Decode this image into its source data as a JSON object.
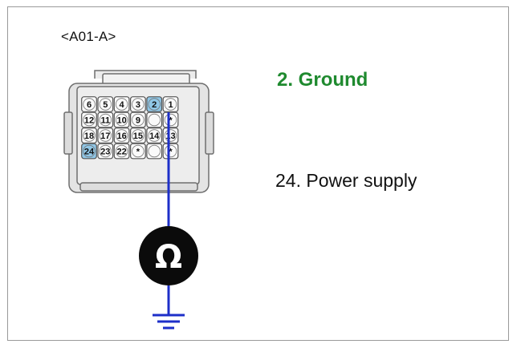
{
  "connector": {
    "label": "<A01-A>",
    "rows": [
      [
        "6",
        "5",
        "4",
        "3",
        "2",
        "1"
      ],
      [
        "12",
        "11",
        "10",
        "9",
        "",
        "*"
      ],
      [
        "18",
        "17",
        "16",
        "15",
        "14",
        "13"
      ],
      [
        "24",
        "23",
        "22",
        "*",
        "",
        "*"
      ]
    ],
    "highlighted_pins": [
      "2",
      "24"
    ]
  },
  "pins": [
    {
      "text": "2. Ground",
      "color": "#1f8a2f"
    },
    {
      "text": "24. Power supply",
      "color": "#111111"
    }
  ],
  "meter": {
    "symbol": "Ω",
    "icon": "ohmmeter-icon"
  },
  "ground": {
    "icon": "ground-icon"
  },
  "colors": {
    "probe_wire": "#1d2fc9",
    "highlight_pin": "#8fc6e6",
    "connector_fill": "#e9e9e9",
    "connector_stroke": "#6e6e6e"
  }
}
